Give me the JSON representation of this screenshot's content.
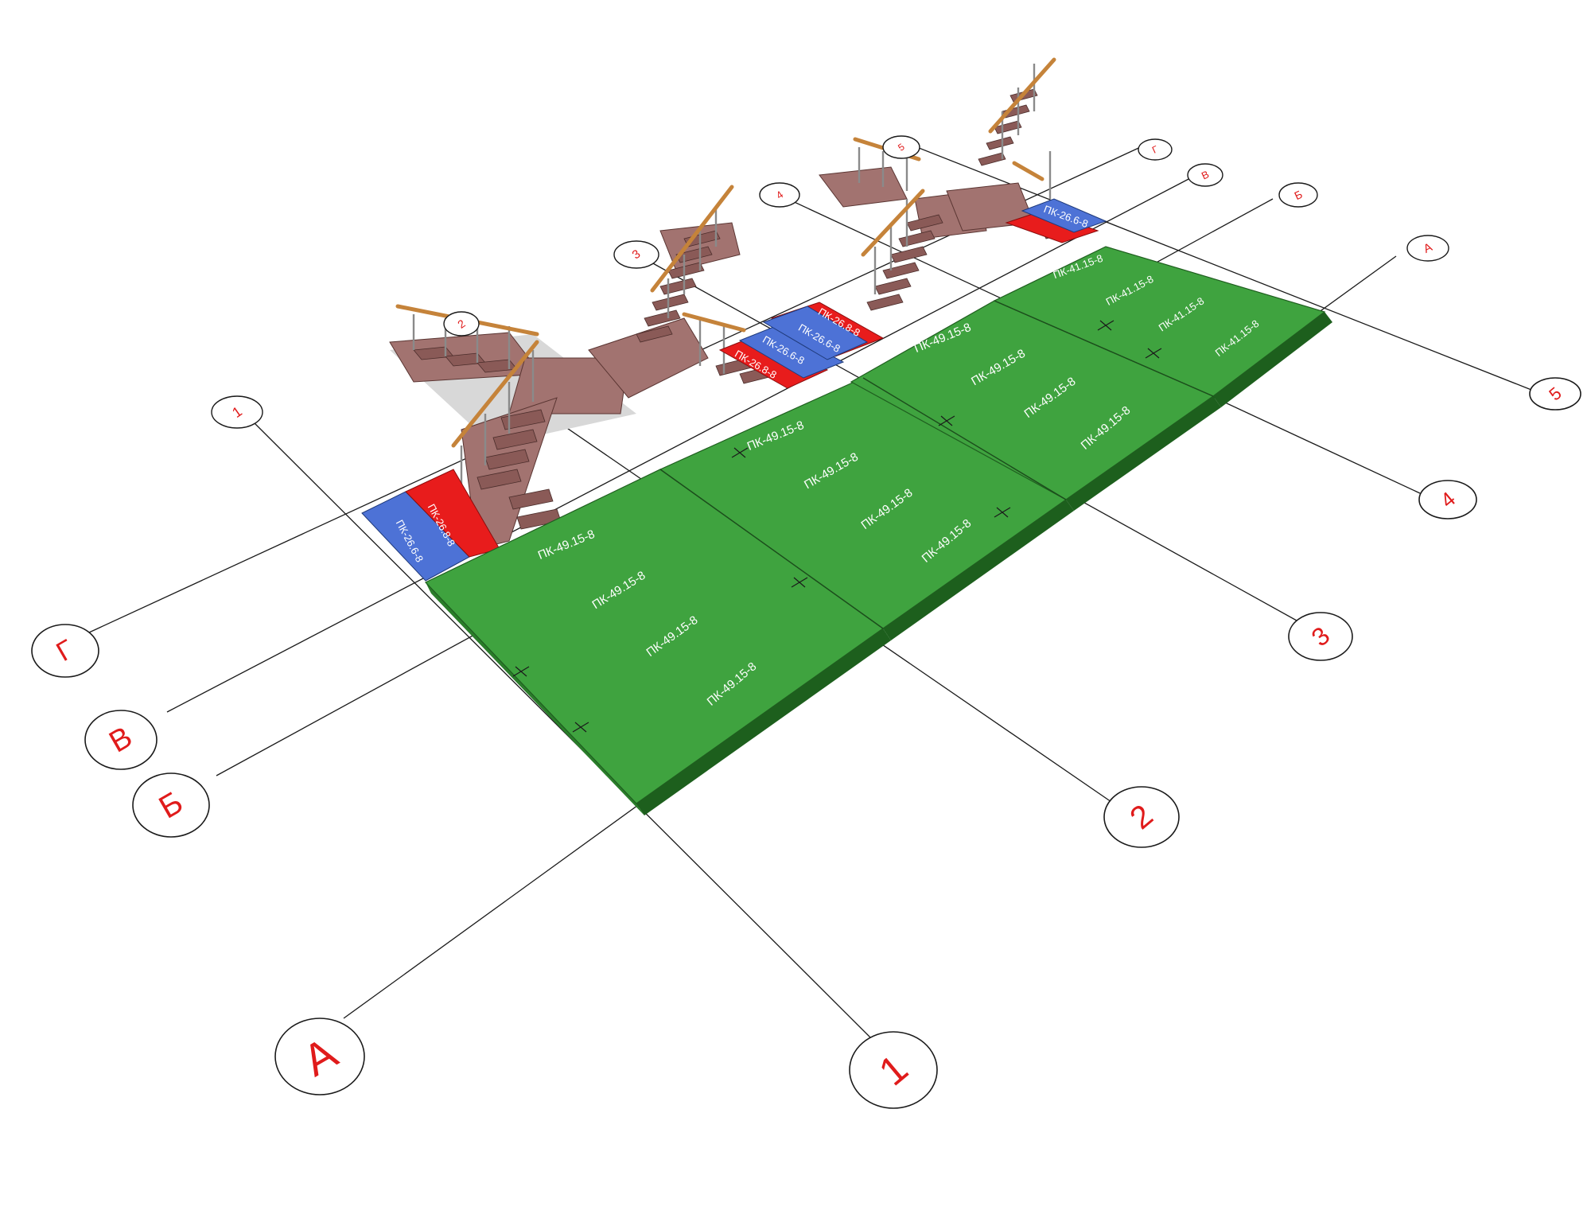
{
  "axes": {
    "letters": [
      "А",
      "Б",
      "В",
      "Г"
    ],
    "numbers": [
      "1",
      "2",
      "3",
      "4",
      "5"
    ]
  },
  "slabs": {
    "main_label": "ПК-49.15-8",
    "far_label": "ПК-41.15-8"
  },
  "landing_panels": {
    "red_label": "ПК-26.8-8",
    "blue_label": "ПК-26.6-8"
  },
  "colors": {
    "slab": "#3fa33f",
    "red_panel": "#e81c1c",
    "blue_panel": "#4d72d6",
    "axis_label": "#e01b1b",
    "handrail": "#c5833a",
    "stair": "#8a5a57"
  }
}
